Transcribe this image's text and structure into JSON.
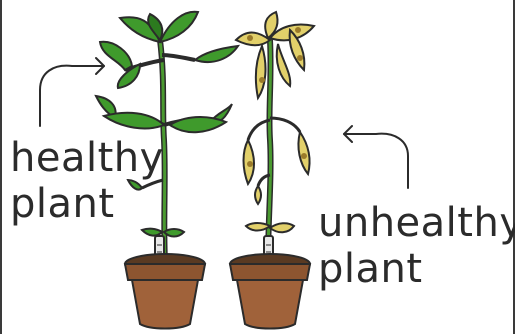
{
  "labels": {
    "healthy": {
      "line1": "healthy",
      "line2": "plant"
    },
    "unhealthy": {
      "line1": "unhealthy",
      "line2": "plant"
    }
  },
  "colors": {
    "outline": "#2b2b2b",
    "healthy_leaf": "#3f9a2c",
    "healthy_leaf_dark": "#2c7a1f",
    "unhealthy_leaf": "#e2d06a",
    "unhealthy_leaf_brown": "#9a7a2a",
    "stem_green": "#4a9a30",
    "pot": "#a0623a",
    "pot_rim": "#8d5530",
    "soil": "#5a3a22",
    "plant_label_tag": "#e8e8e8"
  },
  "icons": {
    "healthy_arrow": "curved-arrow-right-icon",
    "unhealthy_arrow": "curved-arrow-left-icon"
  }
}
